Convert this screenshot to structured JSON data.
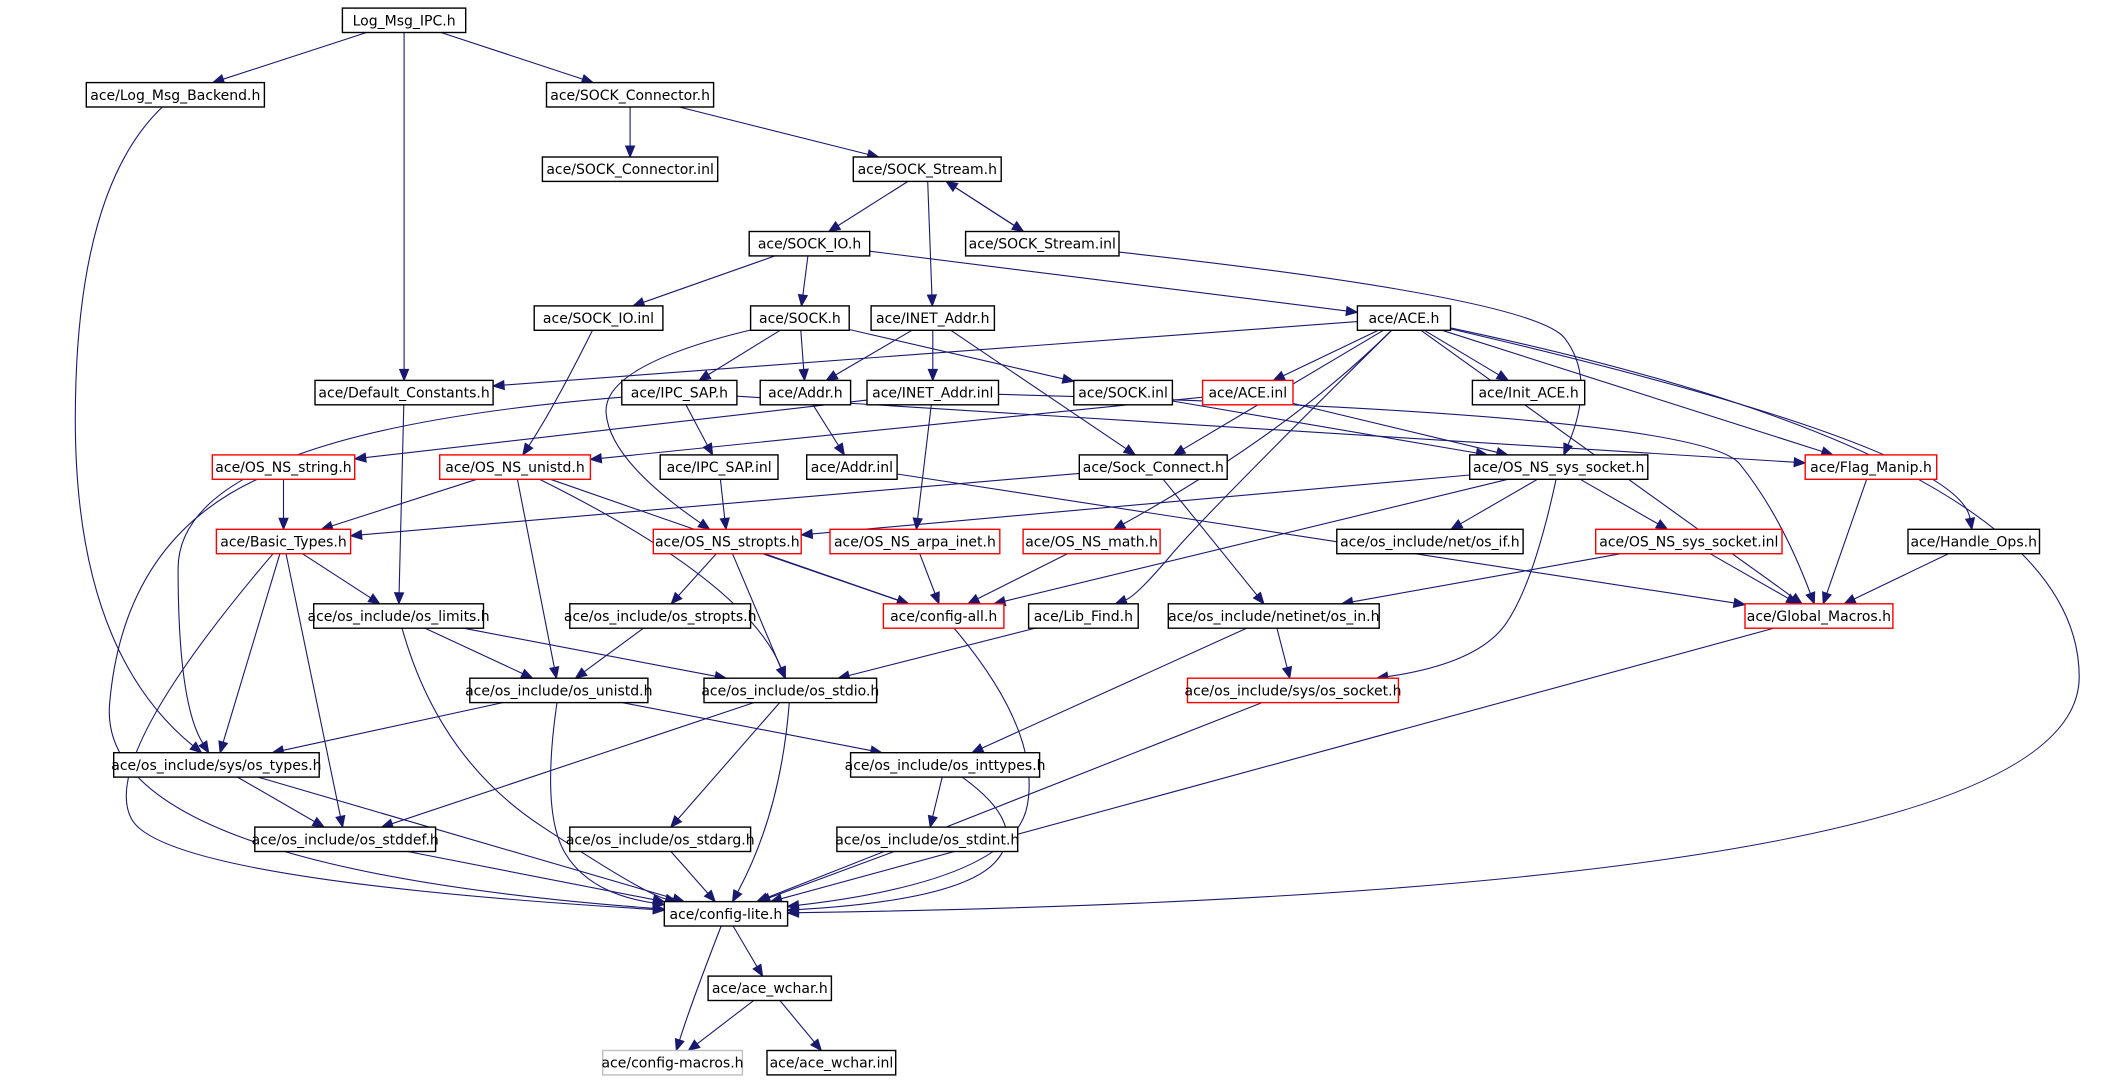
{
  "colors": {
    "edge": "#191970",
    "border_normal": "#000000",
    "border_truncated": "#ff0000",
    "border_missing": "#bfbfbf",
    "root_fill": "#bfbfbf"
  },
  "nodes": {
    "log_msg_ipc_h": {
      "label": "Log_Msg_IPC.h",
      "kind": "root"
    },
    "log_msg_backend_h": {
      "label": "ace/Log_Msg_Backend.h",
      "kind": "normal"
    },
    "sock_connector_h": {
      "label": "ace/SOCK_Connector.h",
      "kind": "normal"
    },
    "sock_connector_inl": {
      "label": "ace/SOCK_Connector.inl",
      "kind": "normal"
    },
    "sock_stream_h": {
      "label": "ace/SOCK_Stream.h",
      "kind": "normal"
    },
    "sock_io_h": {
      "label": "ace/SOCK_IO.h",
      "kind": "normal"
    },
    "sock_stream_inl": {
      "label": "ace/SOCK_Stream.inl",
      "kind": "normal"
    },
    "sock_io_inl": {
      "label": "ace/SOCK_IO.inl",
      "kind": "normal"
    },
    "sock_h": {
      "label": "ace/SOCK.h",
      "kind": "normal"
    },
    "inet_addr_h": {
      "label": "ace/INET_Addr.h",
      "kind": "normal"
    },
    "ace_h": {
      "label": "ace/ACE.h",
      "kind": "normal"
    },
    "default_constants_h": {
      "label": "ace/Default_Constants.h",
      "kind": "normal"
    },
    "ipc_sap_h": {
      "label": "ace/IPC_SAP.h",
      "kind": "normal"
    },
    "addr_h": {
      "label": "ace/Addr.h",
      "kind": "normal"
    },
    "inet_addr_inl": {
      "label": "ace/INET_Addr.inl",
      "kind": "normal"
    },
    "sock_inl": {
      "label": "ace/SOCK.inl",
      "kind": "normal"
    },
    "ace_inl": {
      "label": "ace/ACE.inl",
      "kind": "truncated"
    },
    "init_ace_h": {
      "label": "ace/Init_ACE.h",
      "kind": "normal"
    },
    "os_ns_string_h": {
      "label": "ace/OS_NS_string.h",
      "kind": "truncated"
    },
    "os_ns_unistd_h": {
      "label": "ace/OS_NS_unistd.h",
      "kind": "truncated"
    },
    "ipc_sap_inl": {
      "label": "ace/IPC_SAP.inl",
      "kind": "normal"
    },
    "addr_inl": {
      "label": "ace/Addr.inl",
      "kind": "normal"
    },
    "sock_connect_h": {
      "label": "ace/Sock_Connect.h",
      "kind": "normal"
    },
    "os_ns_sys_socket_h": {
      "label": "ace/OS_NS_sys_socket.h",
      "kind": "normal"
    },
    "flag_manip_h": {
      "label": "ace/Flag_Manip.h",
      "kind": "truncated"
    },
    "basic_types_h": {
      "label": "ace/Basic_Types.h",
      "kind": "truncated"
    },
    "os_ns_stropts_h": {
      "label": "ace/OS_NS_stropts.h",
      "kind": "truncated"
    },
    "os_ns_arpa_inet_h": {
      "label": "ace/OS_NS_arpa_inet.h",
      "kind": "truncated"
    },
    "os_ns_math_h": {
      "label": "ace/OS_NS_math.h",
      "kind": "truncated"
    },
    "os_include_net_os_if_h": {
      "label": "ace/os_include/net/os_if.h",
      "kind": "normal"
    },
    "os_ns_sys_socket_inl": {
      "label": "ace/OS_NS_sys_socket.inl",
      "kind": "truncated"
    },
    "handle_ops_h": {
      "label": "ace/Handle_Ops.h",
      "kind": "normal"
    },
    "os_limits_h": {
      "label": "ace/os_include/os_limits.h",
      "kind": "normal"
    },
    "os_stropts_h": {
      "label": "ace/os_include/os_stropts.h",
      "kind": "normal"
    },
    "config_all_h": {
      "label": "ace/config-all.h",
      "kind": "truncated"
    },
    "lib_find_h": {
      "label": "ace/Lib_Find.h",
      "kind": "normal"
    },
    "netinet_os_in_h": {
      "label": "ace/os_include/netinet/os_in.h",
      "kind": "normal"
    },
    "global_macros_h": {
      "label": "ace/Global_Macros.h",
      "kind": "truncated"
    },
    "os_unistd_h": {
      "label": "ace/os_include/os_unistd.h",
      "kind": "normal"
    },
    "os_stdio_h": {
      "label": "ace/os_include/os_stdio.h",
      "kind": "normal"
    },
    "sys_os_socket_h": {
      "label": "ace/os_include/sys/os_socket.h",
      "kind": "truncated"
    },
    "sys_os_types_h": {
      "label": "ace/os_include/sys/os_types.h",
      "kind": "normal"
    },
    "os_inttypes_h": {
      "label": "ace/os_include/os_inttypes.h",
      "kind": "normal"
    },
    "os_stddef_h": {
      "label": "ace/os_include/os_stddef.h",
      "kind": "normal"
    },
    "os_stdarg_h": {
      "label": "ace/os_include/os_stdarg.h",
      "kind": "normal"
    },
    "os_stdint_h": {
      "label": "ace/os_include/os_stdint.h",
      "kind": "normal"
    },
    "config_lite_h": {
      "label": "ace/config-lite.h",
      "kind": "normal"
    },
    "ace_wchar_h": {
      "label": "ace/ace_wchar.h",
      "kind": "normal"
    },
    "config_macros_h": {
      "label": "ace/config-macros.h",
      "kind": "missing"
    },
    "ace_wchar_inl": {
      "label": "ace/ace_wchar.inl",
      "kind": "normal"
    }
  },
  "edges": [
    [
      "log_msg_ipc_h",
      "log_msg_backend_h"
    ],
    [
      "log_msg_ipc_h",
      "sock_connector_h"
    ],
    [
      "log_msg_ipc_h",
      "default_constants_h"
    ],
    [
      "log_msg_backend_h",
      "sys_os_types_h"
    ],
    [
      "sock_connector_h",
      "sock_connector_inl"
    ],
    [
      "sock_connector_h",
      "sock_stream_h"
    ],
    [
      "sock_stream_h",
      "sock_io_h"
    ],
    [
      "sock_stream_h",
      "sock_stream_inl"
    ],
    [
      "sock_stream_h",
      "inet_addr_h"
    ],
    [
      "sock_stream_inl",
      "sock_stream_h"
    ],
    [
      "sock_stream_inl",
      "os_ns_sys_socket_h"
    ],
    [
      "sock_io_h",
      "sock_io_inl"
    ],
    [
      "sock_io_h",
      "sock_h"
    ],
    [
      "sock_io_h",
      "ace_h"
    ],
    [
      "sock_io_inl",
      "os_ns_unistd_h"
    ],
    [
      "sock_h",
      "ipc_sap_h"
    ],
    [
      "sock_h",
      "addr_h"
    ],
    [
      "sock_h",
      "sock_inl"
    ],
    [
      "sock_h",
      "os_ns_stropts_h"
    ],
    [
      "inet_addr_h",
      "addr_h"
    ],
    [
      "inet_addr_h",
      "inet_addr_inl"
    ],
    [
      "inet_addr_h",
      "sock_connect_h"
    ],
    [
      "ace_h",
      "default_constants_h"
    ],
    [
      "ace_h",
      "ace_inl"
    ],
    [
      "ace_h",
      "init_ace_h"
    ],
    [
      "ace_h",
      "flag_manip_h"
    ],
    [
      "ace_h",
      "handle_ops_h"
    ],
    [
      "ace_h",
      "sock_connect_h"
    ],
    [
      "ace_h",
      "os_ns_math_h"
    ],
    [
      "ace_h",
      "lib_find_h"
    ],
    [
      "ace_h",
      "config_lite_h"
    ],
    [
      "ace_h",
      "global_macros_h"
    ],
    [
      "default_constants_h",
      "os_limits_h"
    ],
    [
      "ipc_sap_h",
      "ipc_sap_inl"
    ],
    [
      "ipc_sap_h",
      "sys_os_types_h"
    ],
    [
      "ipc_sap_h",
      "flag_manip_h"
    ],
    [
      "addr_h",
      "addr_inl"
    ],
    [
      "inet_addr_inl",
      "os_ns_string_h"
    ],
    [
      "inet_addr_inl",
      "os_ns_arpa_inet_h"
    ],
    [
      "inet_addr_inl",
      "global_macros_h"
    ],
    [
      "sock_inl",
      "os_ns_sys_socket_h"
    ],
    [
      "ace_inl",
      "os_ns_unistd_h"
    ],
    [
      "ace_inl",
      "os_ns_sys_socket_h"
    ],
    [
      "os_ns_string_h",
      "basic_types_h"
    ],
    [
      "os_ns_string_h",
      "config_lite_h"
    ],
    [
      "os_ns_unistd_h",
      "basic_types_h"
    ],
    [
      "os_ns_unistd_h",
      "os_unistd_h"
    ],
    [
      "os_ns_unistd_h",
      "os_stdio_h"
    ],
    [
      "os_ns_unistd_h",
      "config_all_h"
    ],
    [
      "ipc_sap_inl",
      "os_ns_stropts_h"
    ],
    [
      "addr_inl",
      "global_macros_h"
    ],
    [
      "sock_connect_h",
      "basic_types_h"
    ],
    [
      "sock_connect_h",
      "netinet_os_in_h"
    ],
    [
      "os_ns_sys_socket_h",
      "os_ns_stropts_h"
    ],
    [
      "os_ns_sys_socket_h",
      "os_include_net_os_if_h"
    ],
    [
      "os_ns_sys_socket_h",
      "os_ns_sys_socket_inl"
    ],
    [
      "os_ns_sys_socket_h",
      "config_all_h"
    ],
    [
      "os_ns_sys_socket_h",
      "sys_os_socket_h"
    ],
    [
      "flag_manip_h",
      "global_macros_h"
    ],
    [
      "basic_types_h",
      "os_limits_h"
    ],
    [
      "basic_types_h",
      "sys_os_types_h"
    ],
    [
      "basic_types_h",
      "os_stddef_h"
    ],
    [
      "basic_types_h",
      "config_lite_h"
    ],
    [
      "os_ns_stropts_h",
      "os_stropts_h"
    ],
    [
      "os_ns_stropts_h",
      "config_all_h"
    ],
    [
      "os_ns_stropts_h",
      "os_stdio_h"
    ],
    [
      "os_ns_arpa_inet_h",
      "config_all_h"
    ],
    [
      "os_ns_math_h",
      "config_all_h"
    ],
    [
      "os_ns_sys_socket_inl",
      "netinet_os_in_h"
    ],
    [
      "os_ns_sys_socket_inl",
      "global_macros_h"
    ],
    [
      "handle_ops_h",
      "global_macros_h"
    ],
    [
      "os_limits_h",
      "os_unistd_h"
    ],
    [
      "os_limits_h",
      "os_stdio_h"
    ],
    [
      "os_limits_h",
      "config_lite_h"
    ],
    [
      "os_stropts_h",
      "os_unistd_h"
    ],
    [
      "config_all_h",
      "config_lite_h"
    ],
    [
      "lib_find_h",
      "os_stdio_h"
    ],
    [
      "netinet_os_in_h",
      "sys_os_socket_h"
    ],
    [
      "netinet_os_in_h",
      "os_inttypes_h"
    ],
    [
      "global_macros_h",
      "config_lite_h"
    ],
    [
      "os_unistd_h",
      "sys_os_types_h"
    ],
    [
      "os_unistd_h",
      "os_inttypes_h"
    ],
    [
      "os_unistd_h",
      "config_lite_h"
    ],
    [
      "os_stdio_h",
      "os_stddef_h"
    ],
    [
      "os_stdio_h",
      "os_stdarg_h"
    ],
    [
      "os_stdio_h",
      "config_lite_h"
    ],
    [
      "sys_os_socket_h",
      "config_lite_h"
    ],
    [
      "sys_os_types_h",
      "os_stddef_h"
    ],
    [
      "sys_os_types_h",
      "config_lite_h"
    ],
    [
      "os_inttypes_h",
      "os_stdint_h"
    ],
    [
      "os_inttypes_h",
      "config_lite_h"
    ],
    [
      "os_stddef_h",
      "config_lite_h"
    ],
    [
      "os_stdarg_h",
      "config_lite_h"
    ],
    [
      "os_stdint_h",
      "config_lite_h"
    ],
    [
      "config_lite_h",
      "ace_wchar_h"
    ],
    [
      "config_lite_h",
      "config_macros_h"
    ],
    [
      "ace_wchar_h",
      "config_macros_h"
    ],
    [
      "ace_wchar_h",
      "ace_wchar_inl"
    ]
  ]
}
